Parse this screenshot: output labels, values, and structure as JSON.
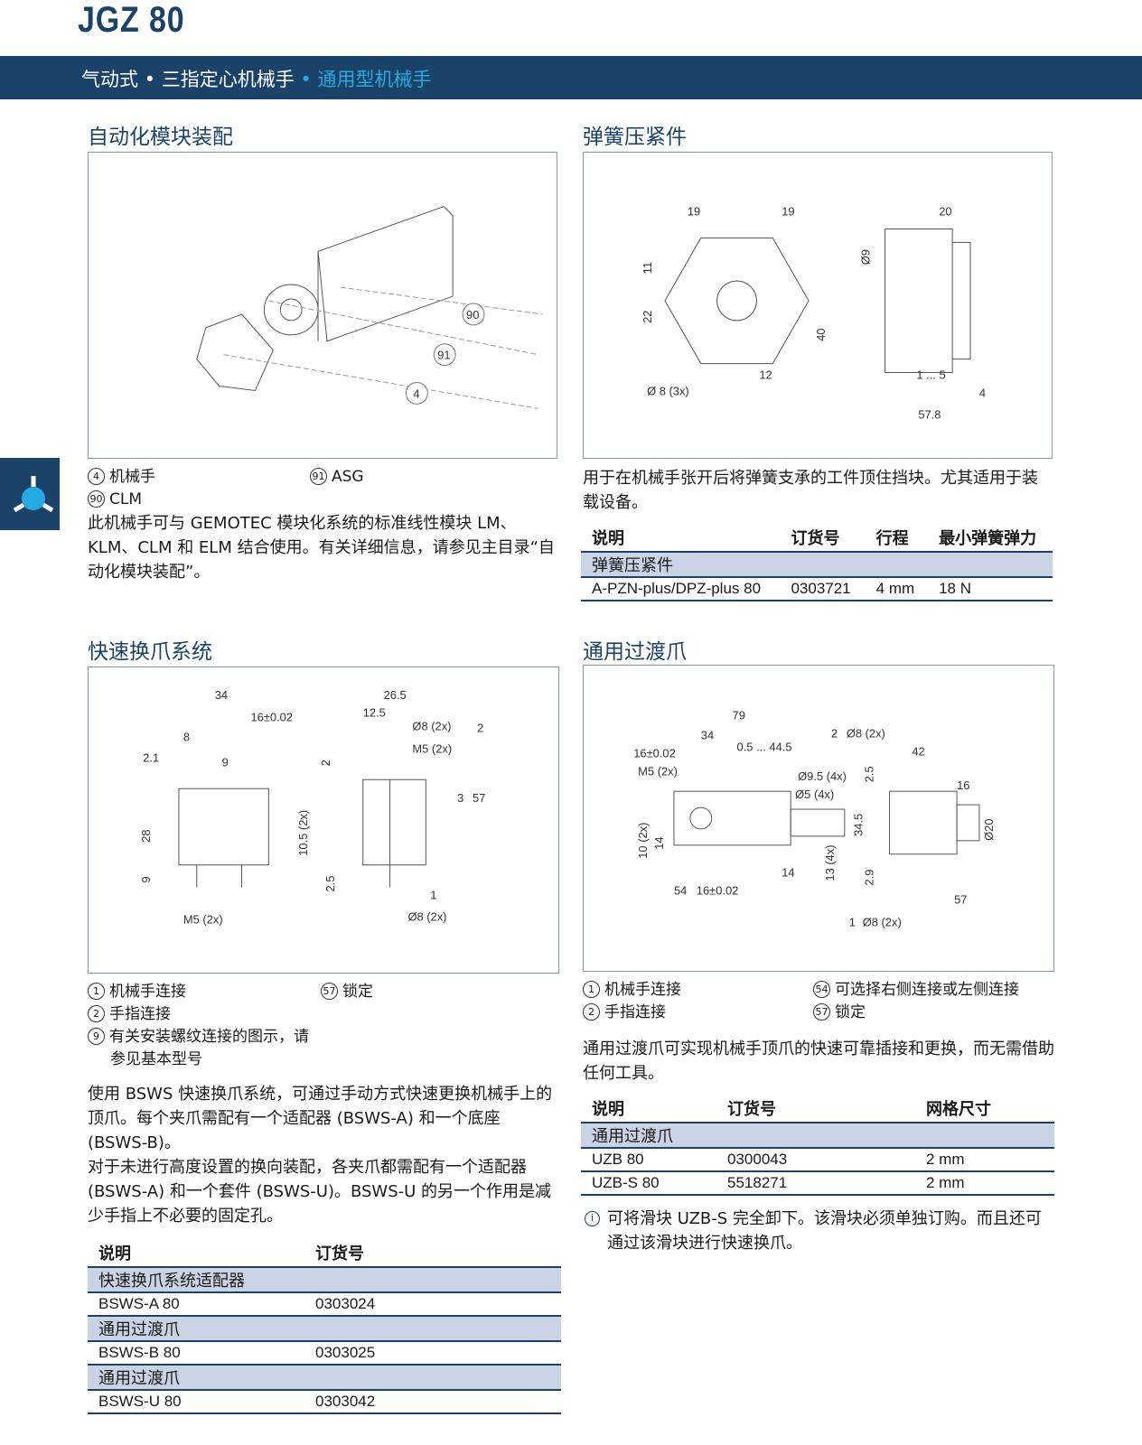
{
  "header": {
    "title": "JGZ 80",
    "band_main": "气动式 • 三指定心机械手",
    "band_highlight": " • 通用型机械手"
  },
  "colors": {
    "brand": "#1b4268",
    "accent": "#27a9e1",
    "group_row": "#c9d3e3"
  },
  "automation": {
    "title": "自动化模块装配",
    "callouts": [
      "90",
      "91",
      "4"
    ],
    "legend": [
      {
        "n": "4",
        "label": "机械手"
      },
      {
        "n": "91",
        "label": "ASG"
      },
      {
        "n": "90",
        "label": "CLM"
      }
    ],
    "text": "此机械手可与 GEMOTEC 模块化系统的标准线性模块 LM、KLM、CLM 和 ELM 结合使用。有关详细信息，请参见主目录“自动化模块装配”。"
  },
  "spring": {
    "title": "弹簧压紧件",
    "dims": [
      "19",
      "19",
      "20",
      "11",
      "22",
      "40",
      "Ø9",
      "12",
      "Ø 8 (3x)",
      "1 ... 5",
      "4",
      "57.8"
    ],
    "text": "用于在机械手张开后将弹簧支承的工件顶住挡块。尤其适用于装载设备。",
    "table": {
      "headers": [
        "说明",
        "订货号",
        "行程",
        "最小弹簧弹力"
      ],
      "group": "弹簧压紧件",
      "rows": [
        [
          "A-PZN-plus/DPZ-plus 80",
          "0303721",
          "4 mm",
          "18 N"
        ]
      ]
    }
  },
  "quick": {
    "title": "快速换爪系统",
    "dims": [
      "34",
      "16±0.02",
      "8",
      "2.1",
      "9",
      "28",
      "9",
      "M5 (2x)",
      "26.5",
      "12.5",
      "Ø8 (2x)",
      "2",
      "M5 (2x)",
      "2",
      "3",
      "57",
      "10.5 (2x)",
      "2.5",
      "1",
      "Ø8 (2x)"
    ],
    "legend": [
      {
        "n": "1",
        "label": "机械手连接"
      },
      {
        "n": "57",
        "label": "锁定"
      },
      {
        "n": "2",
        "label": "手指连接"
      },
      {
        "n": "9",
        "label": "有关安装螺纹连接的图示，请参见基本型号"
      }
    ],
    "text1": "使用 BSWS 快速换爪系统，可通过手动方式快速更换机械手上的顶爪。每个夹爪需配有一个适配器 (BSWS-A) 和一个底座 (BSWS-B)。",
    "text2": "对于未进行高度设置的换向装配，各夹爪都需配有一个适配器 (BSWS-A) 和一个套件 (BSWS-U)。BSWS-U 的另一个作用是减少手指上不必要的固定孔。",
    "table": {
      "headers": [
        "说明",
        "订货号"
      ],
      "groups": [
        {
          "group": "快速换爪系统适配器",
          "rows": [
            [
              "BSWS-A 80",
              "0303024"
            ]
          ]
        },
        {
          "group": "通用过渡爪",
          "rows": [
            [
              "BSWS-B 80",
              "0303025"
            ]
          ]
        },
        {
          "group": "通用过渡爪",
          "rows": [
            [
              "BSWS-U 80",
              "0303042"
            ]
          ]
        }
      ]
    }
  },
  "universal": {
    "title": "通用过渡爪",
    "dims": [
      "79",
      "34",
      "0.5 ... 44.5",
      "16±0.02",
      "M5 (2x)",
      "Ø9.5 (4x)",
      "Ø5 (4x)",
      "2",
      "Ø8 (2x)",
      "42",
      "2.5",
      "16",
      "34.5",
      "Ø20",
      "10 (2x)",
      "14",
      "14",
      "13 (4x)",
      "2.9",
      "54",
      "16±0.02",
      "57",
      "1",
      "Ø8 (2x)"
    ],
    "legend": [
      {
        "n": "1",
        "label": "机械手连接"
      },
      {
        "n": "54",
        "label": "可选择右侧连接或左侧连接"
      },
      {
        "n": "2",
        "label": "手指连接"
      },
      {
        "n": "57",
        "label": "锁定"
      }
    ],
    "text": "通用过渡爪可实现机械手顶爪的快速可靠插接和更换，而无需借助任何工具。",
    "table": {
      "headers": [
        "说明",
        "订货号",
        "网格尺寸"
      ],
      "group": "通用过渡爪",
      "rows": [
        [
          "UZB 80",
          "0300043",
          "2 mm"
        ],
        [
          "UZB-S 80",
          "5518271",
          "2 mm"
        ]
      ]
    },
    "note": "可将滑块 UZB-S 完全卸下。该滑块必须单独订购。而且还可通过该滑块进行快速换爪。"
  }
}
